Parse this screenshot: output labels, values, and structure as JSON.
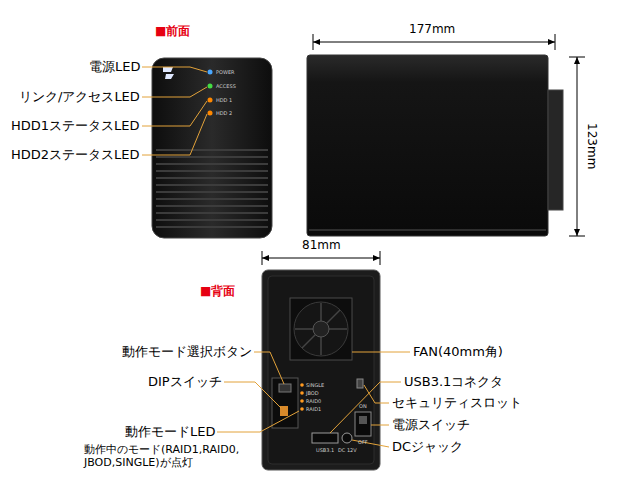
{
  "diagram": {
    "labels": [
      "■前面",
      "177mm",
      "123mm",
      "電源LED",
      "リンク/アクセスLED",
      "HDD1ステータスLED",
      "HDD2ステータスLED",
      "POWER",
      "ACCESS",
      "HDD 1",
      "HDD 2",
      "81mm",
      "■背面",
      "動作モード選択ボタン",
      "DIPスイッチ",
      "動作モードLED",
      "動作中のモード(RAID1,RAID0, JBOD,SINGLE)が点灯",
      "FAN(40mm角)",
      "USB3.1コネクタ",
      "セキュリティスロット",
      "電源スイッチ",
      "DCジャック",
      "SINGLE",
      "JBOD",
      "RAID0",
      "RAID1",
      "USB3.1",
      "DC 12V",
      "ON",
      "OFF"
    ]
  }
}
